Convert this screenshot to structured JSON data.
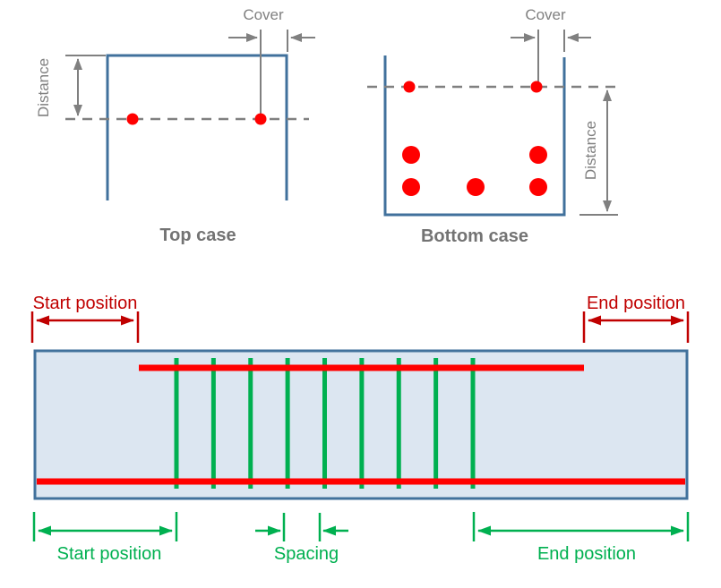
{
  "colors": {
    "outline_blue": "#41719C",
    "beam_fill": "#DCE6F1",
    "rebar_red": "#FF0000",
    "dim_red": "#C00000",
    "dim_green": "#00B050",
    "dim_gray": "#808080",
    "title_gray": "#737373"
  },
  "sections": {
    "top_case": {
      "title": "Top case",
      "cover_label": "Cover",
      "distance_label": "Distance"
    },
    "bottom_case": {
      "title": "Bottom case",
      "cover_label": "Cover",
      "distance_label": "Distance"
    }
  },
  "beam_view": {
    "top_dimensions": {
      "start_label": "Start position",
      "end_label": "End position"
    },
    "bottom_dimensions": {
      "start_label": "Start position",
      "spacing_label": "Spacing",
      "end_label": "End position"
    },
    "stirrup_count": 9
  }
}
